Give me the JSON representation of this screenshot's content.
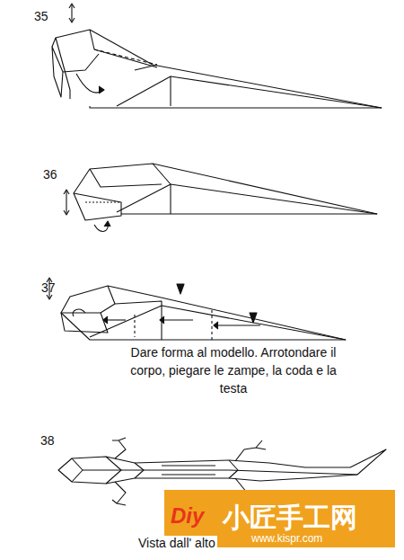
{
  "diagram": {
    "labels": [
      "35",
      "36",
      "37",
      "Dare forma al modello. Arrotondare il corpo, piegare le zampe, la coda e la testa",
      "38",
      "Vista dall' alto",
      "Diy",
      "小匠手工网",
      "www.kispr.com"
    ]
  }
}
